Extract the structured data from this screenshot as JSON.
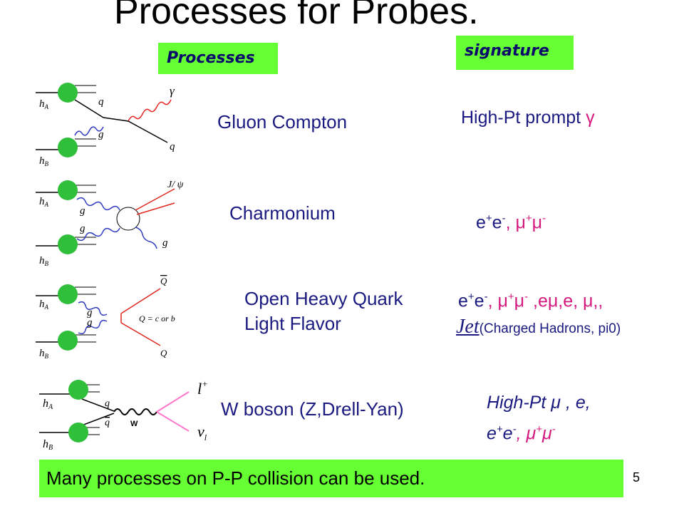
{
  "slide": {
    "title": "Processes for Probes.",
    "page_number": "5",
    "footer": "Many processes on P-P collision  can be used."
  },
  "headers": {
    "processes": "Processes",
    "signature": "signature"
  },
  "processes": [
    {
      "label": "Gluon Compton"
    },
    {
      "label": "Charmonium"
    },
    {
      "label_line1": "Open Heavy Quark",
      "label_line2": "Light Flavor"
    },
    {
      "label": "W boson (Z,Drell-Yan)"
    }
  ],
  "signatures": {
    "row1": {
      "text": "High-Pt prompt ",
      "symbol": "γ"
    },
    "row2": {
      "e": "e",
      "e_plus": "+",
      "e2": "e",
      "e_minus": "-",
      "sep": ", ",
      "mu": "μ",
      "mu_plus": "+",
      "mu2": "μ",
      "mu_minus": "-"
    },
    "row3": {
      "line1_pre": "e",
      "line1_sup1": "+",
      "line1_e2": "e",
      "line1_sup2": "-",
      "line1_sep": ", ",
      "line1_mu": "μ",
      "line1_sup3": "+",
      "line1_mu2": "μ",
      "line1_sup4": "-",
      "line1_rest": " ,eμ,e, μ,,",
      "jet": "Jet",
      "jet_note": "(Charged Hadrons, pi0)"
    },
    "row4": {
      "line1": "High-Pt μ , e,",
      "line2_e": "e",
      "line2_sup1": "+",
      "line2_e2": "e",
      "line2_sup2": "-",
      "line2_sep": ", ",
      "line2_mu": "μ",
      "line2_sup3": "+",
      "line2_mu2": "μ",
      "line2_sup4": "-"
    }
  },
  "diagrams": {
    "d1": {
      "hA": "h",
      "hA_sub": "A",
      "hB": "h",
      "hB_sub": "B",
      "q_in": "q",
      "g": "g",
      "gamma": "γ",
      "q_out": "q"
    },
    "d2": {
      "hA": "h",
      "hA_sub": "A",
      "hB": "h",
      "hB_sub": "B",
      "g1": "g",
      "g2": "g",
      "g3": "g",
      "jpsi": "J/ ψ"
    },
    "d3": {
      "hA": "h",
      "hA_sub": "A",
      "hB": "h",
      "hB_sub": "B",
      "g1": "g",
      "g2": "g",
      "Qbar": "Q",
      "Qdef": "Q = c or b",
      "Q": "Q"
    },
    "d4": {
      "hA": "h",
      "hA_sub": "A",
      "hB": "h",
      "hB_sub": "B",
      "q": "q",
      "qbar": "q",
      "W": "W",
      "l": "l",
      "l_sup": "+",
      "nu": "ν",
      "nu_sub": "l"
    }
  },
  "colors": {
    "header_green": "#66ff33",
    "hadron_green": "#2fbf3a",
    "text_blue": "#1a1a80",
    "mu_pink": "#d4187e",
    "gluon_blue": "#2e3bbf",
    "photon_red": "#e0261d",
    "lepton_pink": "#ff77cc"
  }
}
